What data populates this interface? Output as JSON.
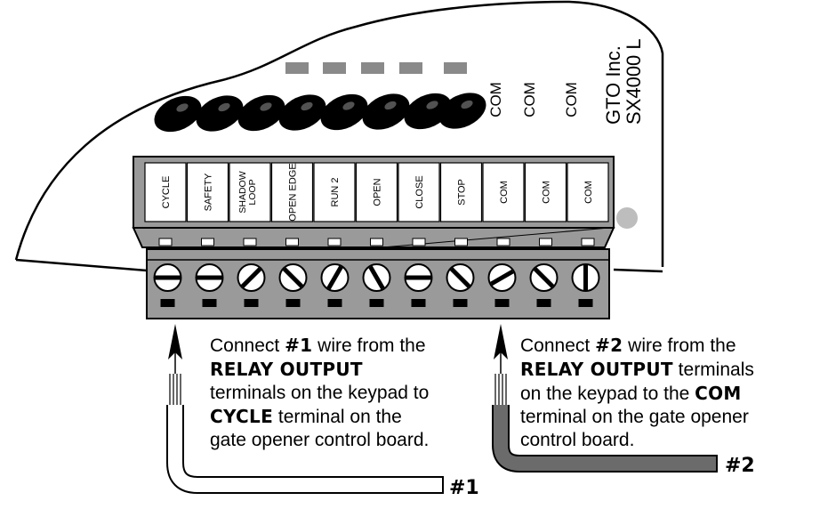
{
  "manufacturer": "GTO Inc.",
  "model": "SX4000 L",
  "upper_com_labels": [
    "COM",
    "COM",
    "COM"
  ],
  "terminal_labels": [
    "CYCLE",
    "SAFETY",
    "SHADOW LOOP",
    "OPEN EDGE",
    "RUN 2",
    "OPEN",
    "CLOSE",
    "STOP",
    "COM",
    "COM",
    "COM"
  ],
  "screw_slot_angles_deg": [
    0,
    0,
    45,
    -45,
    60,
    -60,
    0,
    -45,
    30,
    -45,
    90
  ],
  "colors": {
    "wire_1": "#ffffff",
    "wire_2": "#6b6b6b",
    "terminal_block": "#9a9a9a",
    "outline": "#000000"
  },
  "note1": {
    "p1": "Connect ",
    "b1": "#1",
    "p2": " wire from the",
    "b2": "RELAY OUTPUT",
    "p3": "terminals on the keypad to",
    "b3": "CYCLE",
    "p4": " terminal on the",
    "p5": "gate opener control board."
  },
  "note2": {
    "p1": "Connect ",
    "b1": "#2",
    "p2": " wire from the",
    "b2": "RELAY OUTPUT",
    "p3": " terminals",
    "p4": "on the keypad to the ",
    "b3": "COM",
    "p5": "terminal on the gate opener",
    "p6": "control board."
  },
  "wire1_label": "#1",
  "wire2_label": "#2"
}
